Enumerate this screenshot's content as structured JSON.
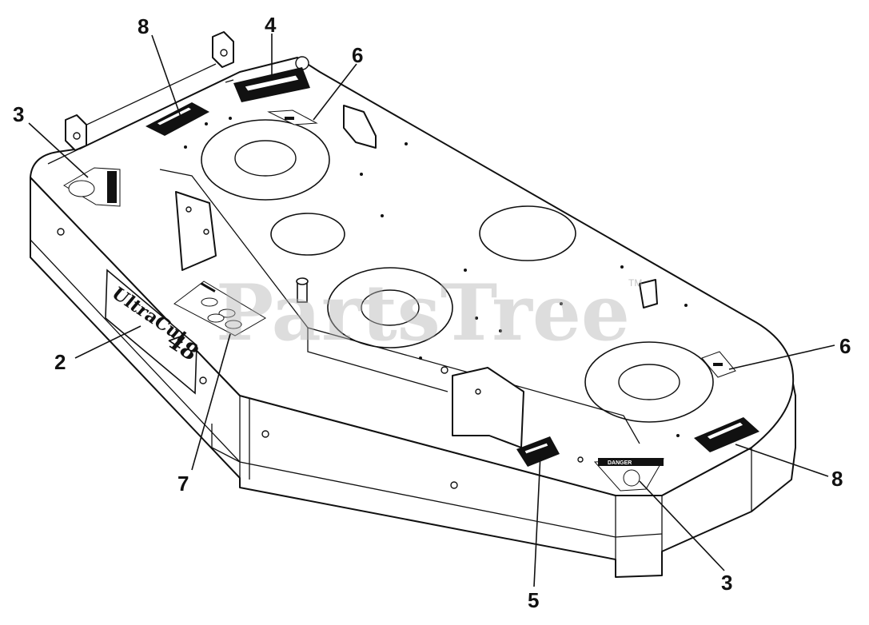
{
  "watermark": {
    "text": "PartsTree",
    "trademark": "TM"
  },
  "callouts": [
    "8",
    "4",
    "6",
    "3",
    "2",
    "7",
    "6",
    "8",
    "3",
    "5"
  ],
  "deck_logo": {
    "brand": "UltraCut",
    "size": "48"
  },
  "danger_decal": "DANGER"
}
